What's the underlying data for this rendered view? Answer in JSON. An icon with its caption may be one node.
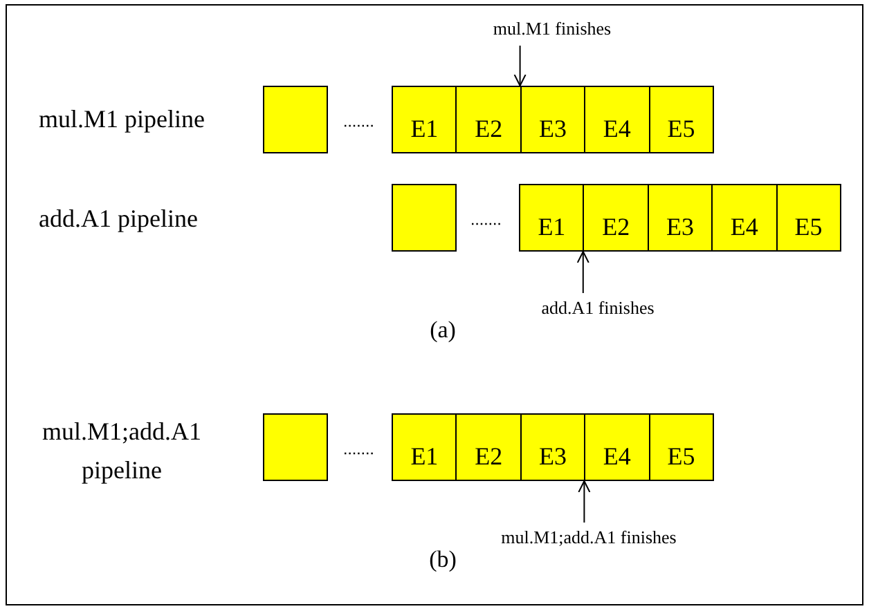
{
  "diagram": {
    "nodes": [
      {
        "text": [
          "mul.M1 finishes"
        ]
      },
      {
        "text": [],
        "shape": "box"
      },
      {
        "text": [
          "E1"
        ]
      },
      {
        "text": [
          "E2"
        ]
      },
      {
        "text": [
          "E3"
        ]
      },
      {
        "text": [
          "E4"
        ]
      },
      {
        "text": [
          "E5"
        ]
      },
      {
        "text": [],
        "shape": "box"
      },
      {
        "text": [
          "E1"
        ]
      },
      {
        "text": [
          "E2"
        ]
      },
      {
        "text": [
          "E3"
        ]
      },
      {
        "text": [
          "E4"
        ]
      },
      {
        "text": [
          "E5"
        ]
      },
      {
        "text": [
          "add.A1 finishes"
        ]
      },
      {
        "text": [],
        "shape": "box"
      },
      {
        "text": [
          "E1"
        ]
      },
      {
        "text": [
          "E2"
        ]
      },
      {
        "text": [
          "E3"
        ]
      },
      {
        "text": [
          "E4"
        ]
      },
      {
        "text": [
          "E5"
        ]
      },
      {
        "text": [
          "mul.M1;add.A1 finishes"
        ]
      }
    ],
    "edges": [
      {
        "from": 0,
        "to": 3,
        "arrow": "to"
      },
      {
        "from": 13,
        "to": 8,
        "arrow": "to"
      },
      {
        "from": 20,
        "to": 18,
        "arrow": "to"
      }
    ],
    "labels": [
      "mul.M1 pipeline",
      "add.A1 pipeline",
      "(a)",
      "mul.M1;add.A1 pipeline",
      "(b)"
    ]
  }
}
